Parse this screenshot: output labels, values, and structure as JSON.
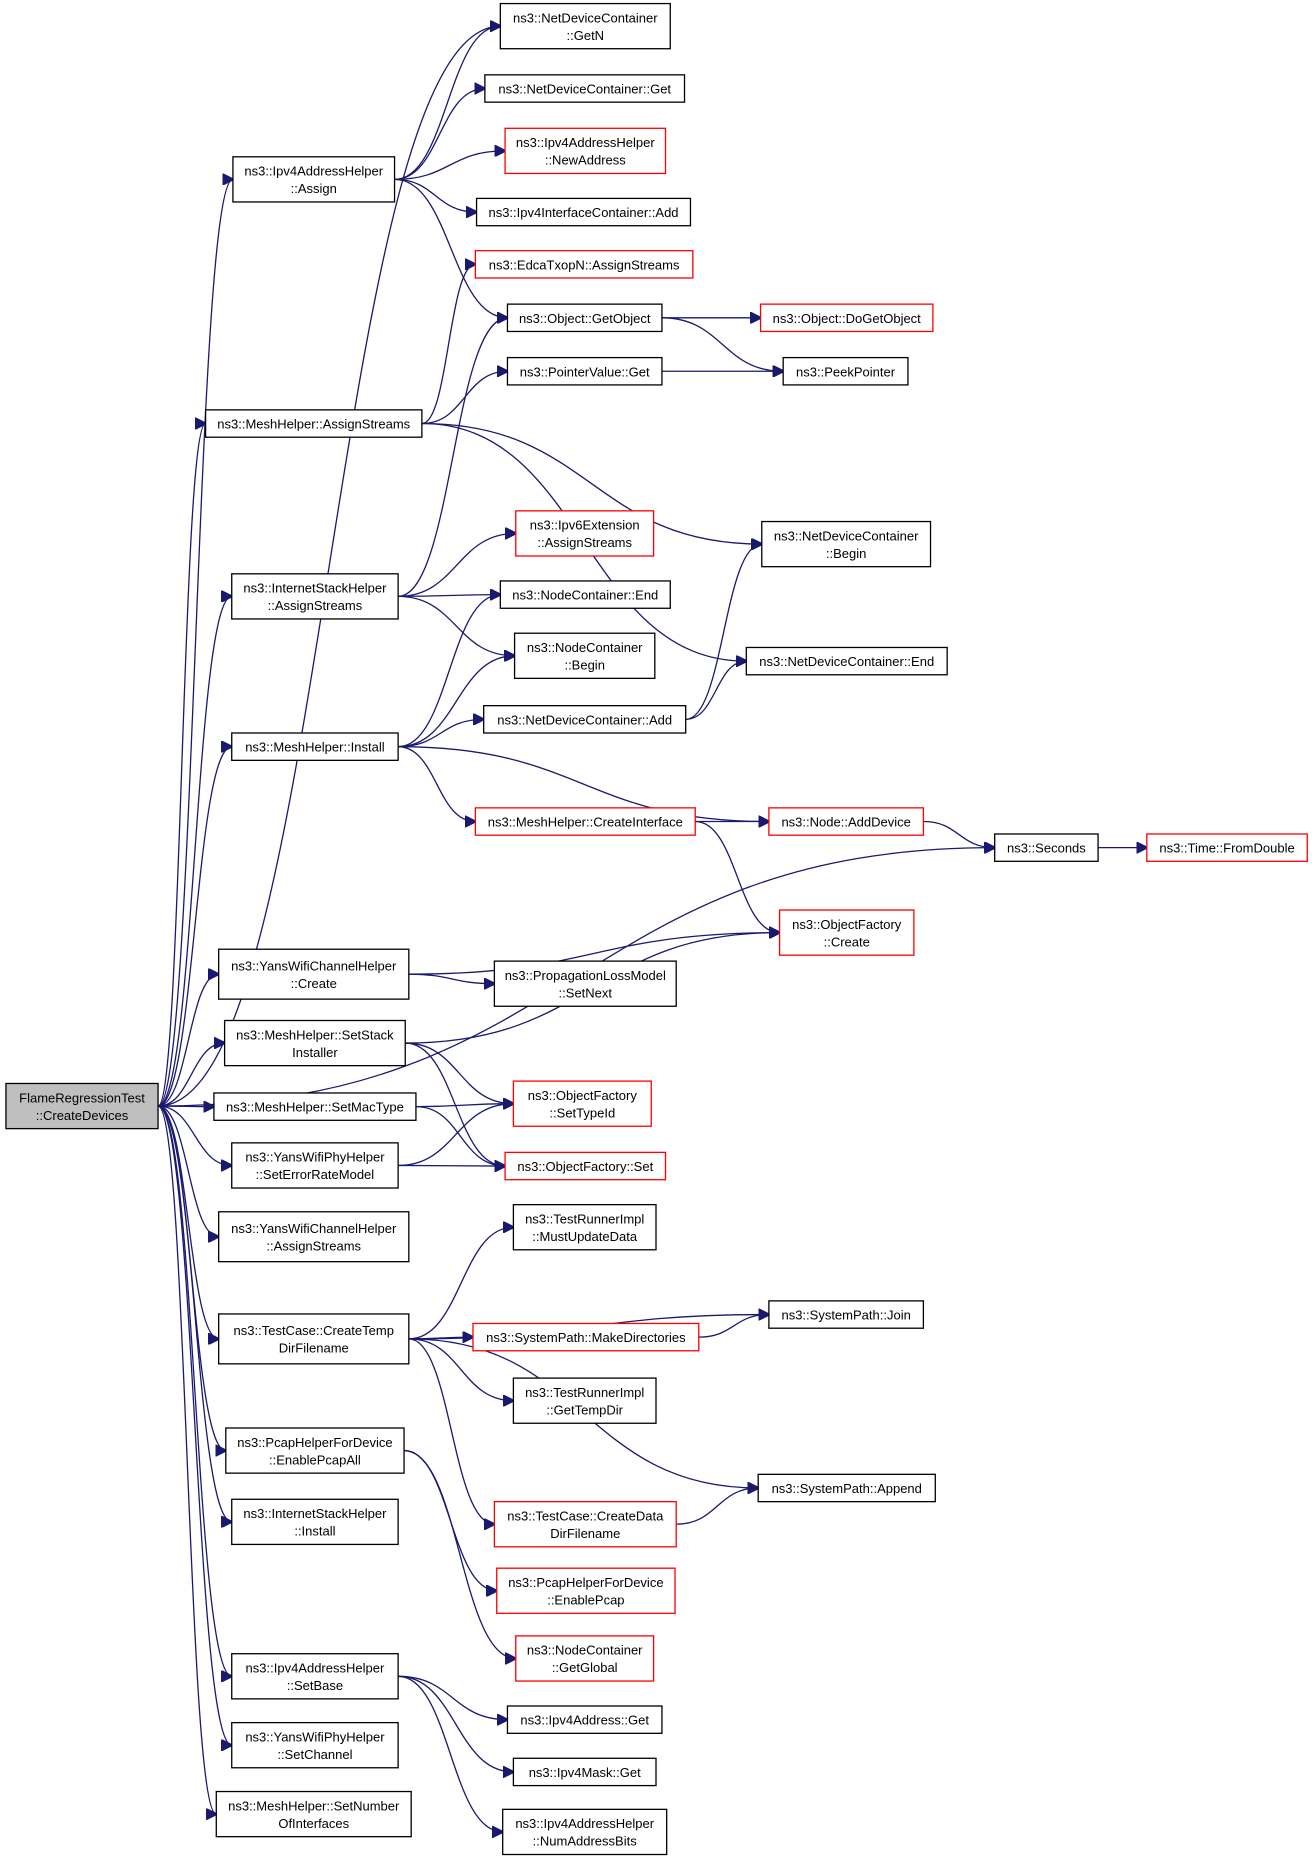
{
  "graph": {
    "colors": {
      "edge": "#191970",
      "normal_border": "#000000",
      "red_border": "#ff0000",
      "root_fill": "#bfbfbf"
    },
    "nodes": [
      {
        "id": "root",
        "lines": [
          "FlameRegressionTest",
          "::CreateDevices"
        ],
        "style": "root"
      },
      {
        "id": "ipv4helper_assign",
        "lines": [
          "ns3::Ipv4AddressHelper",
          "::Assign"
        ],
        "style": "normal"
      },
      {
        "id": "mesh_assignstreams",
        "lines": [
          "ns3::MeshHelper::AssignStreams"
        ],
        "style": "normal"
      },
      {
        "id": "inet_assignstreams",
        "lines": [
          "ns3::InternetStackHelper",
          "::AssignStreams"
        ],
        "style": "normal"
      },
      {
        "id": "mesh_install",
        "lines": [
          "ns3::MeshHelper::Install"
        ],
        "style": "normal"
      },
      {
        "id": "yanschan_create",
        "lines": [
          "ns3::YansWifiChannelHelper",
          "::Create"
        ],
        "style": "normal"
      },
      {
        "id": "mesh_setstack",
        "lines": [
          "ns3::MeshHelper::SetStack",
          "Installer"
        ],
        "style": "normal"
      },
      {
        "id": "mesh_setmac",
        "lines": [
          "ns3::MeshHelper::SetMacType"
        ],
        "style": "normal"
      },
      {
        "id": "yansphy_seterr",
        "lines": [
          "ns3::YansWifiPhyHelper",
          "::SetErrorRateModel"
        ],
        "style": "normal"
      },
      {
        "id": "yanschan_assign",
        "lines": [
          "ns3::YansWifiChannelHelper",
          "::AssignStreams"
        ],
        "style": "normal"
      },
      {
        "id": "testcase_tmpdir",
        "lines": [
          "ns3::TestCase::CreateTemp",
          "DirFilename"
        ],
        "style": "normal"
      },
      {
        "id": "pcap_all",
        "lines": [
          "ns3::PcapHelperForDevice",
          "::EnablePcapAll"
        ],
        "style": "normal"
      },
      {
        "id": "inet_install",
        "lines": [
          "ns3::InternetStackHelper",
          "::Install"
        ],
        "style": "normal"
      },
      {
        "id": "ipv4helper_setbase",
        "lines": [
          "ns3::Ipv4AddressHelper",
          "::SetBase"
        ],
        "style": "normal"
      },
      {
        "id": "yansphy_setchan",
        "lines": [
          "ns3::YansWifiPhyHelper",
          "::SetChannel"
        ],
        "style": "normal"
      },
      {
        "id": "mesh_setnum",
        "lines": [
          "ns3::MeshHelper::SetNumber",
          "OfInterfaces"
        ],
        "style": "normal"
      },
      {
        "id": "ndc_getn",
        "lines": [
          "ns3::NetDeviceContainer",
          "::GetN"
        ],
        "style": "normal"
      },
      {
        "id": "ndc_get",
        "lines": [
          "ns3::NetDeviceContainer::Get"
        ],
        "style": "normal"
      },
      {
        "id": "ipv4helper_newaddr",
        "lines": [
          "ns3::Ipv4AddressHelper",
          "::NewAddress"
        ],
        "style": "red"
      },
      {
        "id": "ipv4ic_add",
        "lines": [
          "ns3::Ipv4InterfaceContainer::Add"
        ],
        "style": "normal"
      },
      {
        "id": "edca_assign",
        "lines": [
          "ns3::EdcaTxopN::AssignStreams"
        ],
        "style": "red"
      },
      {
        "id": "obj_getobject",
        "lines": [
          "ns3::Object::GetObject"
        ],
        "style": "normal"
      },
      {
        "id": "pv_get",
        "lines": [
          "ns3::PointerValue::Get"
        ],
        "style": "normal"
      },
      {
        "id": "ipv6ext_assign",
        "lines": [
          "ns3::Ipv6Extension",
          "::AssignStreams"
        ],
        "style": "red"
      },
      {
        "id": "nc_end",
        "lines": [
          "ns3::NodeContainer::End"
        ],
        "style": "normal"
      },
      {
        "id": "nc_begin",
        "lines": [
          "ns3::NodeContainer",
          "::Begin"
        ],
        "style": "normal"
      },
      {
        "id": "ndc_add",
        "lines": [
          "ns3::NetDeviceContainer::Add"
        ],
        "style": "normal"
      },
      {
        "id": "mesh_createif",
        "lines": [
          "ns3::MeshHelper::CreateInterface"
        ],
        "style": "red"
      },
      {
        "id": "prop_setnext",
        "lines": [
          "ns3::PropagationLossModel",
          "::SetNext"
        ],
        "style": "normal"
      },
      {
        "id": "of_settypeid",
        "lines": [
          "ns3::ObjectFactory",
          "::SetTypeId"
        ],
        "style": "red"
      },
      {
        "id": "of_set",
        "lines": [
          "ns3::ObjectFactory::Set"
        ],
        "style": "red"
      },
      {
        "id": "tr_mustupdate",
        "lines": [
          "ns3::TestRunnerImpl",
          "::MustUpdateData"
        ],
        "style": "normal"
      },
      {
        "id": "sp_makedirs",
        "lines": [
          "ns3::SystemPath::MakeDirectories"
        ],
        "style": "red"
      },
      {
        "id": "tr_gettemp",
        "lines": [
          "ns3::TestRunnerImpl",
          "::GetTempDir"
        ],
        "style": "normal"
      },
      {
        "id": "testcase_datadir",
        "lines": [
          "ns3::TestCase::CreateData",
          "DirFilename"
        ],
        "style": "red"
      },
      {
        "id": "pcap_enable",
        "lines": [
          "ns3::PcapHelperForDevice",
          "::EnablePcap"
        ],
        "style": "red"
      },
      {
        "id": "nc_getglobal",
        "lines": [
          "ns3::NodeContainer",
          "::GetGlobal"
        ],
        "style": "red"
      },
      {
        "id": "ipv4addr_get",
        "lines": [
          "ns3::Ipv4Address::Get"
        ],
        "style": "normal"
      },
      {
        "id": "ipv4mask_get",
        "lines": [
          "ns3::Ipv4Mask::Get"
        ],
        "style": "normal"
      },
      {
        "id": "ipv4helper_numbits",
        "lines": [
          "ns3::Ipv4AddressHelper",
          "::NumAddressBits"
        ],
        "style": "normal"
      },
      {
        "id": "obj_dogetobject",
        "lines": [
          "ns3::Object::DoGetObject"
        ],
        "style": "red"
      },
      {
        "id": "peekpointer",
        "lines": [
          "ns3::PeekPointer"
        ],
        "style": "normal"
      },
      {
        "id": "ndc_begin",
        "lines": [
          "ns3::NetDeviceContainer",
          "::Begin"
        ],
        "style": "normal"
      },
      {
        "id": "ndc_end",
        "lines": [
          "ns3::NetDeviceContainer::End"
        ],
        "style": "normal"
      },
      {
        "id": "node_adddevice",
        "lines": [
          "ns3::Node::AddDevice"
        ],
        "style": "red"
      },
      {
        "id": "of_create",
        "lines": [
          "ns3::ObjectFactory",
          "::Create"
        ],
        "style": "red"
      },
      {
        "id": "sp_join",
        "lines": [
          "ns3::SystemPath::Join"
        ],
        "style": "normal"
      },
      {
        "id": "sp_append",
        "lines": [
          "ns3::SystemPath::Append"
        ],
        "style": "normal"
      },
      {
        "id": "seconds",
        "lines": [
          "ns3::Seconds"
        ],
        "style": "normal"
      },
      {
        "id": "time_fromdouble",
        "lines": [
          "ns3::Time::FromDouble"
        ],
        "style": "red"
      }
    ],
    "edges": [
      [
        "root",
        "ndc_getn"
      ],
      [
        "root",
        "ipv4helper_assign"
      ],
      [
        "root",
        "mesh_assignstreams"
      ],
      [
        "root",
        "inet_assignstreams"
      ],
      [
        "root",
        "mesh_install"
      ],
      [
        "root",
        "seconds"
      ],
      [
        "root",
        "yanschan_create"
      ],
      [
        "root",
        "mesh_setstack"
      ],
      [
        "root",
        "mesh_setmac"
      ],
      [
        "root",
        "yansphy_seterr"
      ],
      [
        "root",
        "yanschan_assign"
      ],
      [
        "root",
        "testcase_tmpdir"
      ],
      [
        "root",
        "pcap_all"
      ],
      [
        "root",
        "inet_install"
      ],
      [
        "root",
        "ipv4helper_setbase"
      ],
      [
        "root",
        "yansphy_setchan"
      ],
      [
        "root",
        "mesh_setnum"
      ],
      [
        "ipv4helper_assign",
        "ndc_getn"
      ],
      [
        "ipv4helper_assign",
        "ndc_get"
      ],
      [
        "ipv4helper_assign",
        "ipv4helper_newaddr"
      ],
      [
        "ipv4helper_assign",
        "ipv4ic_add"
      ],
      [
        "ipv4helper_assign",
        "obj_getobject"
      ],
      [
        "mesh_assignstreams",
        "edca_assign"
      ],
      [
        "mesh_assignstreams",
        "pv_get"
      ],
      [
        "mesh_assignstreams",
        "ndc_begin"
      ],
      [
        "mesh_assignstreams",
        "ndc_end"
      ],
      [
        "inet_assignstreams",
        "obj_getobject"
      ],
      [
        "inet_assignstreams",
        "ipv6ext_assign"
      ],
      [
        "inet_assignstreams",
        "nc_end"
      ],
      [
        "inet_assignstreams",
        "nc_begin"
      ],
      [
        "mesh_install",
        "nc_end"
      ],
      [
        "mesh_install",
        "nc_begin"
      ],
      [
        "mesh_install",
        "ndc_add"
      ],
      [
        "mesh_install",
        "mesh_createif"
      ],
      [
        "mesh_install",
        "node_adddevice"
      ],
      [
        "obj_getobject",
        "obj_dogetobject"
      ],
      [
        "obj_getobject",
        "peekpointer"
      ],
      [
        "pv_get",
        "peekpointer"
      ],
      [
        "ndc_add",
        "ndc_begin"
      ],
      [
        "ndc_add",
        "ndc_end"
      ],
      [
        "mesh_createif",
        "node_adddevice"
      ],
      [
        "mesh_createif",
        "of_create"
      ],
      [
        "node_adddevice",
        "seconds"
      ],
      [
        "seconds",
        "time_fromdouble"
      ],
      [
        "yanschan_create",
        "of_create"
      ],
      [
        "yanschan_create",
        "prop_setnext"
      ],
      [
        "mesh_setstack",
        "of_create"
      ],
      [
        "mesh_setstack",
        "of_settypeid"
      ],
      [
        "mesh_setstack",
        "of_set"
      ],
      [
        "mesh_setmac",
        "of_settypeid"
      ],
      [
        "mesh_setmac",
        "of_set"
      ],
      [
        "yansphy_seterr",
        "of_settypeid"
      ],
      [
        "yansphy_seterr",
        "of_set"
      ],
      [
        "testcase_tmpdir",
        "tr_mustupdate"
      ],
      [
        "testcase_tmpdir",
        "sp_join"
      ],
      [
        "testcase_tmpdir",
        "sp_makedirs"
      ],
      [
        "testcase_tmpdir",
        "tr_gettemp"
      ],
      [
        "testcase_tmpdir",
        "sp_append"
      ],
      [
        "testcase_tmpdir",
        "testcase_datadir"
      ],
      [
        "sp_makedirs",
        "sp_join"
      ],
      [
        "testcase_datadir",
        "sp_append"
      ],
      [
        "pcap_all",
        "pcap_enable"
      ],
      [
        "pcap_all",
        "nc_getglobal"
      ],
      [
        "ipv4helper_setbase",
        "ipv4addr_get"
      ],
      [
        "ipv4helper_setbase",
        "ipv4mask_get"
      ],
      [
        "ipv4helper_setbase",
        "ipv4helper_numbits"
      ]
    ]
  }
}
